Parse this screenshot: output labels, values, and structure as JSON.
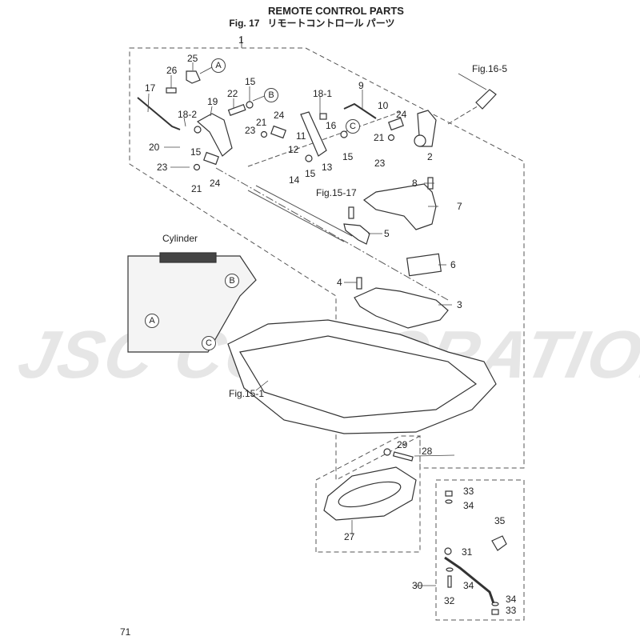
{
  "header": {
    "title_en": "REMOTE CONTROL PARTS",
    "fig_no": "Fig. 17",
    "title_jp": "リモートコントロール パーツ"
  },
  "watermark": "JSC CORPORATION",
  "page_number": "71",
  "callouts": {
    "assembly": "1",
    "p2": "2",
    "p3": "3",
    "p4": "4",
    "p5": "5",
    "p6": "6",
    "p7": "7",
    "p8": "8",
    "p9": "9",
    "p10": "10",
    "p11": "11",
    "p12": "12",
    "p13": "13",
    "p14": "14",
    "p15a": "15",
    "p15b": "15",
    "p15c": "15",
    "p15d": "15",
    "p16": "16",
    "p17": "17",
    "p18_1": "18-1",
    "p18_2": "18-2",
    "p19": "19",
    "p20": "20",
    "p21a": "21",
    "p21b": "21",
    "p21c": "21",
    "p22": "22",
    "p23a": "23",
    "p23b": "23",
    "p23c": "23",
    "p24a": "24",
    "p24b": "24",
    "p24c": "24",
    "p25": "25",
    "p26": "26",
    "p27": "27",
    "p28": "28",
    "p29": "29",
    "p30": "30",
    "p31": "31",
    "p32": "32",
    "p33a": "33",
    "p33b": "33",
    "p34a": "34",
    "p34b": "34",
    "p34c": "34",
    "p35": "35"
  },
  "references": {
    "fig16_5": "Fig.16-5",
    "fig15_17": "Fig.15-17",
    "fig15_1": "Fig.15-1",
    "cylinder": "Cylinder"
  },
  "markers": {
    "a": "A",
    "b": "B",
    "c": "C",
    "a2": "A",
    "b2": "B",
    "c2": "C"
  }
}
